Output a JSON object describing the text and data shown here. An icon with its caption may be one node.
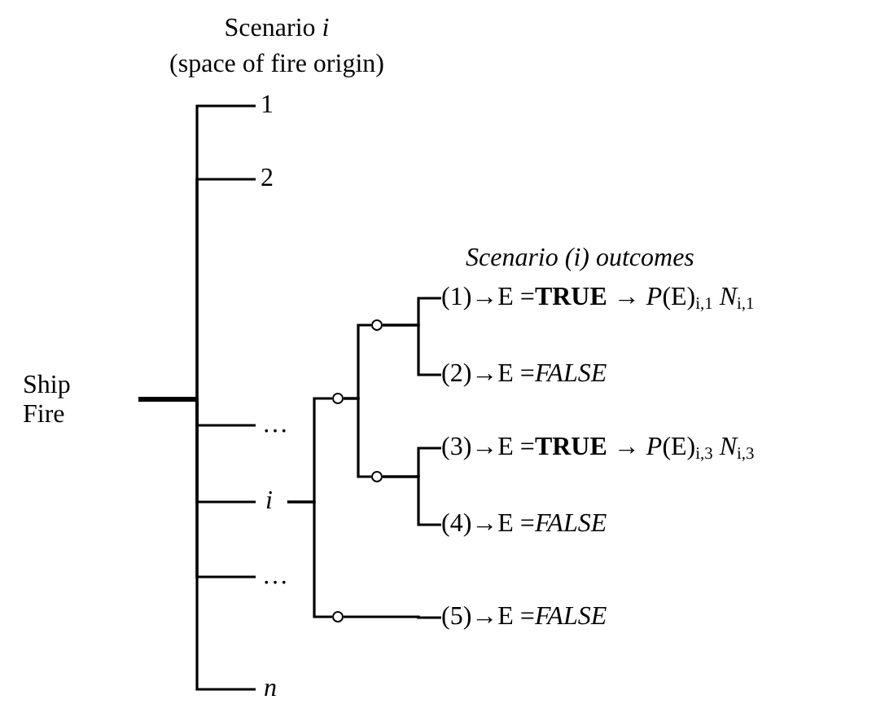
{
  "diagram": {
    "nodes": [
      {
        "text": [
          "Ship Fire"
        ]
      },
      {
        "text": [
          "1"
        ]
      },
      {
        "text": [
          "2"
        ]
      },
      {
        "text": [
          "…"
        ]
      },
      {
        "text": [
          "i"
        ]
      },
      {
        "text": [
          "…"
        ]
      },
      {
        "text": [
          "n"
        ]
      },
      {
        "text": [],
        "shape": "circle"
      },
      {
        "text": [],
        "shape": "circle"
      },
      {
        "text": [],
        "shape": "circle"
      },
      {
        "text": [],
        "shape": "circle"
      },
      {
        "text": [
          "(1)→E =**TRUE** → *P*(E)$_{i,1}$ *N*$_{i,1}$"
        ]
      },
      {
        "text": [
          "(2)→E =*FALSE*"
        ]
      },
      {
        "text": [
          "(3)→E =**TRUE** → *P*(E)$_{i,3}$ *N*$_{i,3}$"
        ]
      },
      {
        "text": [
          "(4)→E =*FALSE*"
        ]
      },
      {
        "text": [
          "(5)→E =*FALSE*"
        ]
      }
    ],
    "edges": [
      {
        "from": 0,
        "to": 1,
        "arrow": "none"
      },
      {
        "from": 0,
        "to": 2,
        "arrow": "none"
      },
      {
        "from": 0,
        "to": 3,
        "arrow": "none"
      },
      {
        "from": 0,
        "to": 4,
        "arrow": "none"
      },
      {
        "from": 0,
        "to": 5,
        "arrow": "none"
      },
      {
        "from": 0,
        "to": 6,
        "arrow": "none"
      },
      {
        "from": 4,
        "to": 7,
        "arrow": "none"
      },
      {
        "from": 4,
        "to": 10,
        "arrow": "none"
      },
      {
        "from": 7,
        "to": 8,
        "arrow": "none"
      },
      {
        "from": 7,
        "to": 9,
        "arrow": "none"
      },
      {
        "from": 8,
        "to": 11,
        "arrow": "none"
      },
      {
        "from": 8,
        "to": 12,
        "arrow": "none"
      },
      {
        "from": 9,
        "to": 13,
        "arrow": "none"
      },
      {
        "from": 9,
        "to": 14,
        "arrow": "none"
      },
      {
        "from": 10,
        "to": 15,
        "arrow": "none"
      }
    ],
    "labels": [
      "Scenario *i*",
      "(space of fire origin)",
      "Scenario (i) outcomes"
    ]
  }
}
